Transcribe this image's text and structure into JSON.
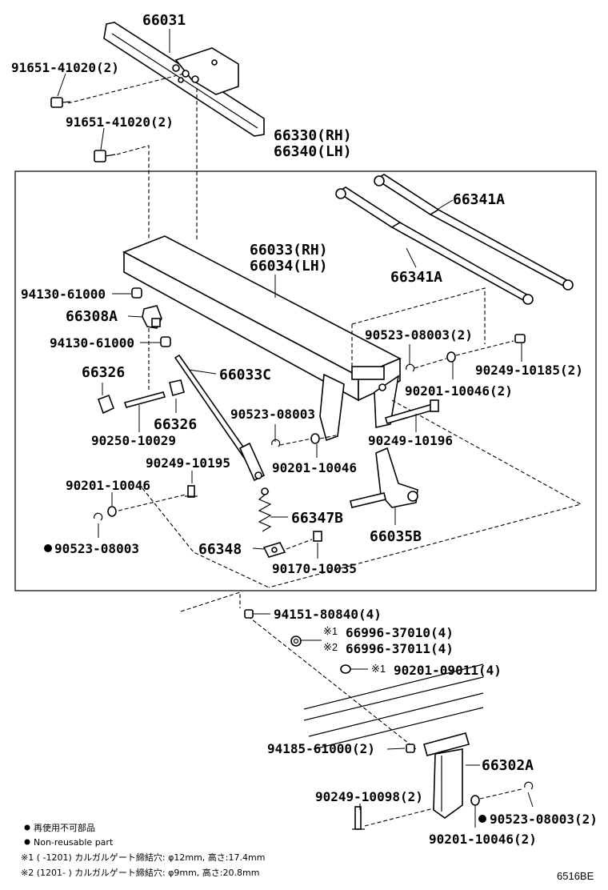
{
  "labels": {
    "l66031": "66031",
    "l91651a": "91651-41020(2)",
    "l91651b": "91651-41020(2)",
    "l66330": "66330(RH)",
    "l66340": "66340(LH)",
    "l66341A_top": "66341A",
    "l66341A_bot": "66341A",
    "l66033": "66033(RH)",
    "l66034": "66034(LH)",
    "l94130a": "94130-61000",
    "l66308A": "66308A",
    "l94130b": "94130-61000",
    "l66326a": "66326",
    "l66326b": "66326",
    "l66033C": "66033C",
    "l90250": "90250-10029",
    "l90523_2": "90523-08003(2)",
    "l90249_10185": "90249-10185(2)",
    "l90201_2": "90201-10046(2)",
    "l90523_single": "90523-08003",
    "l90201_single": "90201-10046",
    "l90249_10196": "90249-10196",
    "l90249_10195": "90249-10195",
    "l90201_left": "90201-10046",
    "l90523_left": "90523-08003",
    "l66347B": "66347B",
    "l66035B": "66035B",
    "l66348": "66348",
    "l90170": "90170-10035",
    "l94151": "94151-80840(4)",
    "l66996_0": "66996-37010(4)",
    "l66996_1": "66996-37011(4)",
    "l90201_0901": "90201-09011(4)",
    "l94185": "94185-61000(2)",
    "l66302A": "66302A",
    "l90249_10098": "90249-10098(2)",
    "l90523_bottom": "90523-08003(2)",
    "l90201_bottom": "90201-10046(2)",
    "mark1": "※1",
    "mark2": "※2",
    "mark3": "※1"
  },
  "legend": {
    "line1": "再使用不可部品",
    "line2": "Non-reusable part",
    "note1": "※1 (      -1201) カルガルゲート締結穴: φ12mm, 高さ:17.4mm",
    "note2": "※2 (1201-      ) カルガルゲート締結穴: φ9mm, 高さ:20.8mm"
  },
  "code": "6516BE",
  "colors": {
    "ink": "#000000",
    "background": "#ffffff"
  }
}
